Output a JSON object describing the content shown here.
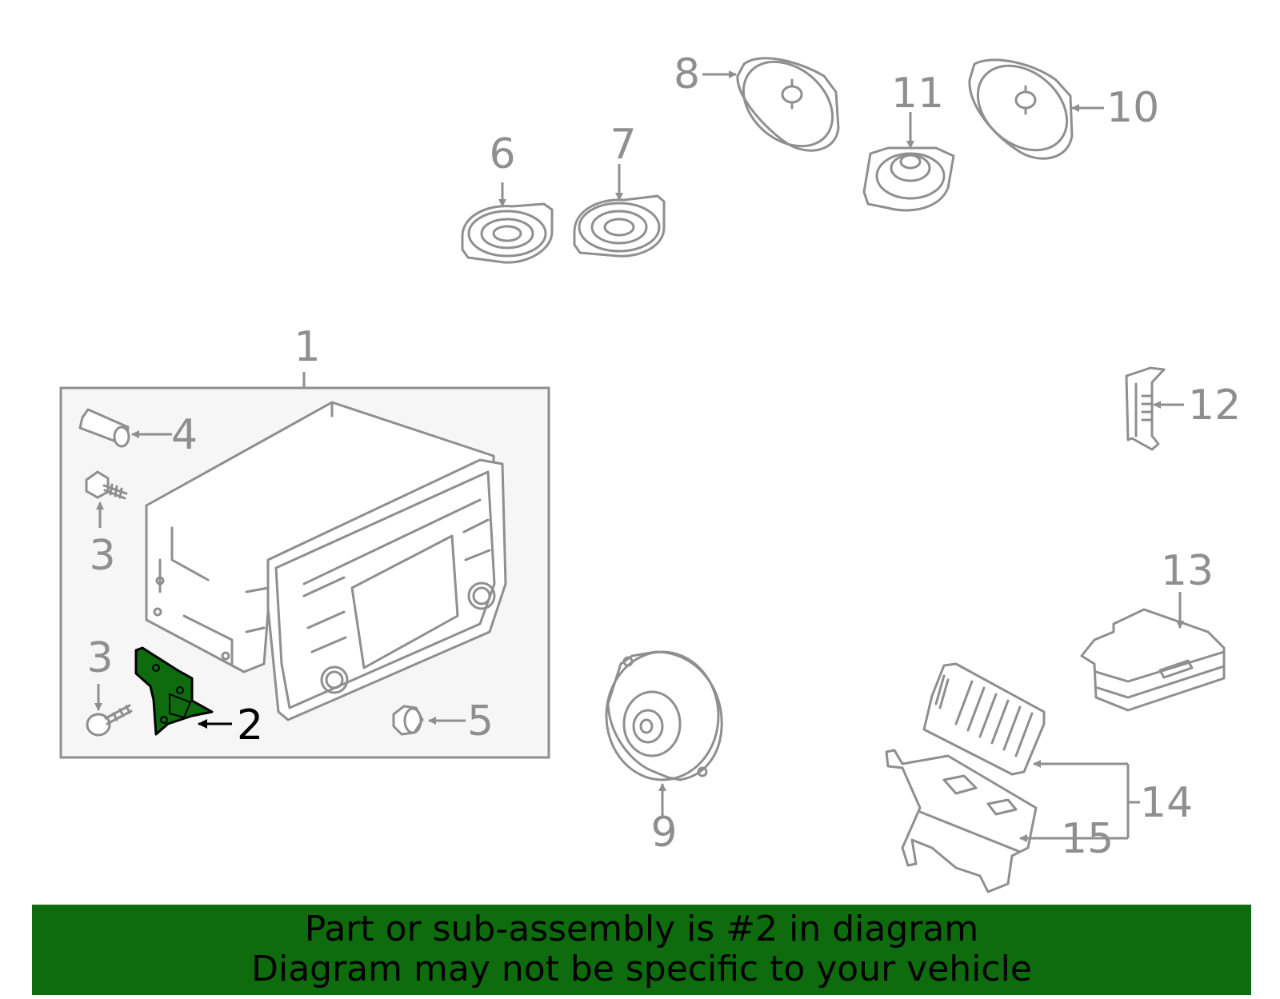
{
  "callouts": {
    "c1": "1",
    "c2": "2",
    "c3a": "3",
    "c3b": "3",
    "c4": "4",
    "c5": "5",
    "c6": "6",
    "c7": "7",
    "c8": "8",
    "c9": "9",
    "c10": "10",
    "c11": "11",
    "c12": "12",
    "c13": "13",
    "c14": "14",
    "c15": "15"
  },
  "banner": {
    "line1": "Part or sub-assembly is #2 in diagram",
    "line2": "Diagram may not be specific to your vehicle"
  },
  "colors": {
    "highlight": "#0e6b0e",
    "line_gray": "#8f8f8f",
    "box_fill": "#f6f6f6"
  }
}
